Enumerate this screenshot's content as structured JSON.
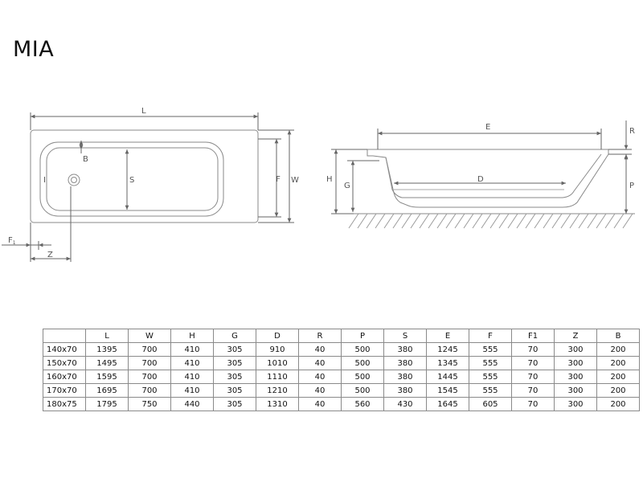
{
  "title": "MIA",
  "drawing": {
    "top_view_labels": {
      "L": "L",
      "W": "W",
      "F": "F",
      "S": "S",
      "B": "B",
      "I": "I",
      "Z": "Z",
      "F1": "F",
      "F1_sub": "1"
    },
    "side_view_labels": {
      "E": "E",
      "D": "D",
      "H": "H",
      "G": "G",
      "R": "R",
      "P": "P"
    }
  },
  "table": {
    "columns": [
      "",
      "L",
      "W",
      "H",
      "G",
      "D",
      "R",
      "P",
      "S",
      "E",
      "F",
      "F1",
      "Z",
      "B"
    ],
    "rows": [
      [
        "140x70",
        "1395",
        "700",
        "410",
        "305",
        "910",
        "40",
        "500",
        "380",
        "1245",
        "555",
        "70",
        "300",
        "200"
      ],
      [
        "150x70",
        "1495",
        "700",
        "410",
        "305",
        "1010",
        "40",
        "500",
        "380",
        "1345",
        "555",
        "70",
        "300",
        "200"
      ],
      [
        "160x70",
        "1595",
        "700",
        "410",
        "305",
        "1110",
        "40",
        "500",
        "380",
        "1445",
        "555",
        "70",
        "300",
        "200"
      ],
      [
        "170x70",
        "1695",
        "700",
        "410",
        "305",
        "1210",
        "40",
        "500",
        "380",
        "1545",
        "555",
        "70",
        "300",
        "200"
      ],
      [
        "180x75",
        "1795",
        "750",
        "440",
        "305",
        "1310",
        "40",
        "560",
        "430",
        "1645",
        "605",
        "70",
        "300",
        "200"
      ]
    ]
  },
  "colors": {
    "line": "#8a8a8a",
    "dimension": "#666666",
    "text": "#111111"
  }
}
